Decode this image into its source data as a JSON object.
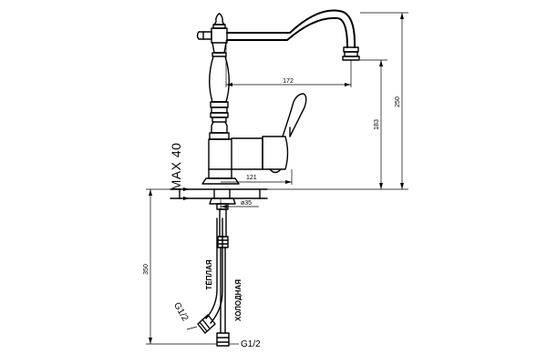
{
  "dimensions": {
    "spout_reach": "172",
    "spout_height": "183",
    "overall_height": "250",
    "handle_reach": "121",
    "hole_diameter": "ø35",
    "max_deck": "MAX 40",
    "hose_length": "350"
  },
  "hoses": {
    "warm_label": "ТЁПЛАЯ",
    "cold_label": "ХОЛОДНАЯ",
    "warm_thread": "G1/2",
    "cold_thread": "G1/2"
  }
}
